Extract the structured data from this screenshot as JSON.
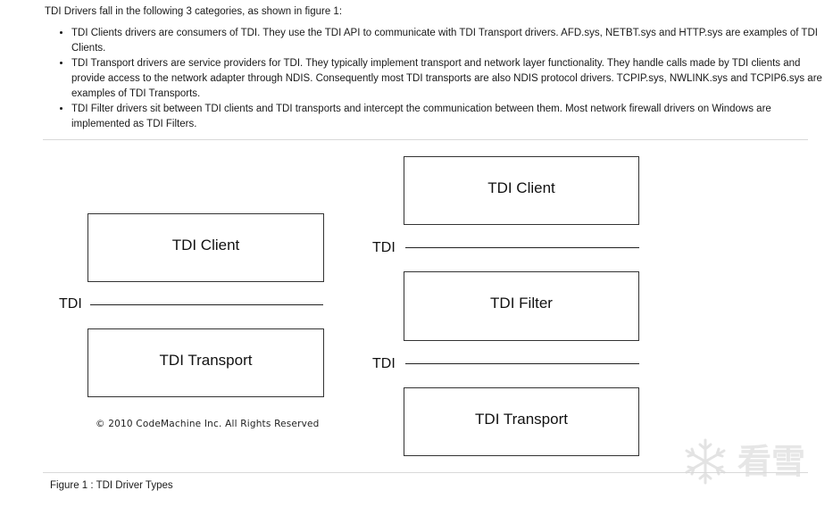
{
  "intro": "TDI Drivers fall in the following 3 categories, as shown in figure 1:",
  "bullets": [
    "TDI Clients drivers are consumers of TDI. They use the TDI API to communicate with TDI Transport drivers. AFD.sys, NETBT.sys and HTTP.sys are examples of TDI Clients.",
    "TDI Transport drivers are service providers for TDI. They typically implement transport and network layer functionality. They handle calls made by TDI clients and provide access to the network adapter through NDIS. Consequently most TDI transports are also NDIS protocol drivers. TCPIP.sys, NWLINK.sys and TCPIP6.sys are examples of TDI Transports.",
    "TDI Filter drivers sit between TDI clients and TDI transports and intercept the communication between them. Most network firewall drivers on Windows are implemented as TDI Filters."
  ],
  "figure": {
    "left": {
      "top_box": "TDI Client",
      "interface_label": "TDI",
      "bottom_box": "TDI Transport",
      "copyright": "© 2010 CodeMachine Inc. All Rights Reserved"
    },
    "right": {
      "top_box": "TDI Client",
      "interface_label_1": "TDI",
      "middle_box": "TDI Filter",
      "interface_label_2": "TDI",
      "bottom_box": "TDI Transport"
    }
  },
  "caption": "Figure 1 : TDI Driver Types",
  "watermark": {
    "text": "看雪",
    "icon": "snowflake-icon",
    "color": "#e6e6e6"
  }
}
